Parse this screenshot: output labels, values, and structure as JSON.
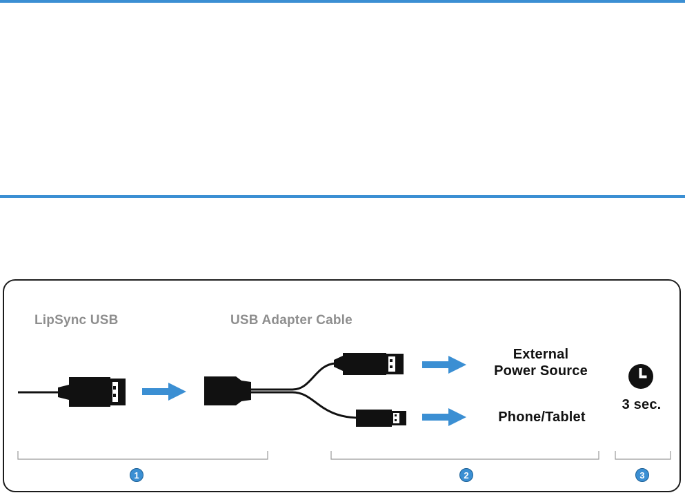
{
  "colors": {
    "accent": "#3b8fd3",
    "connector": "#111111",
    "bracket": "#9a9a9a",
    "panel_border": "#1c1c1c"
  },
  "labels": {
    "lipsync_usb": "LipSync USB",
    "usb_adapter_cable": "USB Adapter Cable",
    "external_power_line1": "External",
    "external_power_line2": "Power Source",
    "phone_tablet": "Phone/Tablet",
    "duration": "3 sec."
  },
  "steps": [
    "1",
    "2",
    "3"
  ],
  "icons": {
    "timer": "clock-icon",
    "arrow": "arrow-right-icon",
    "connector": "usb-plug-icon"
  }
}
